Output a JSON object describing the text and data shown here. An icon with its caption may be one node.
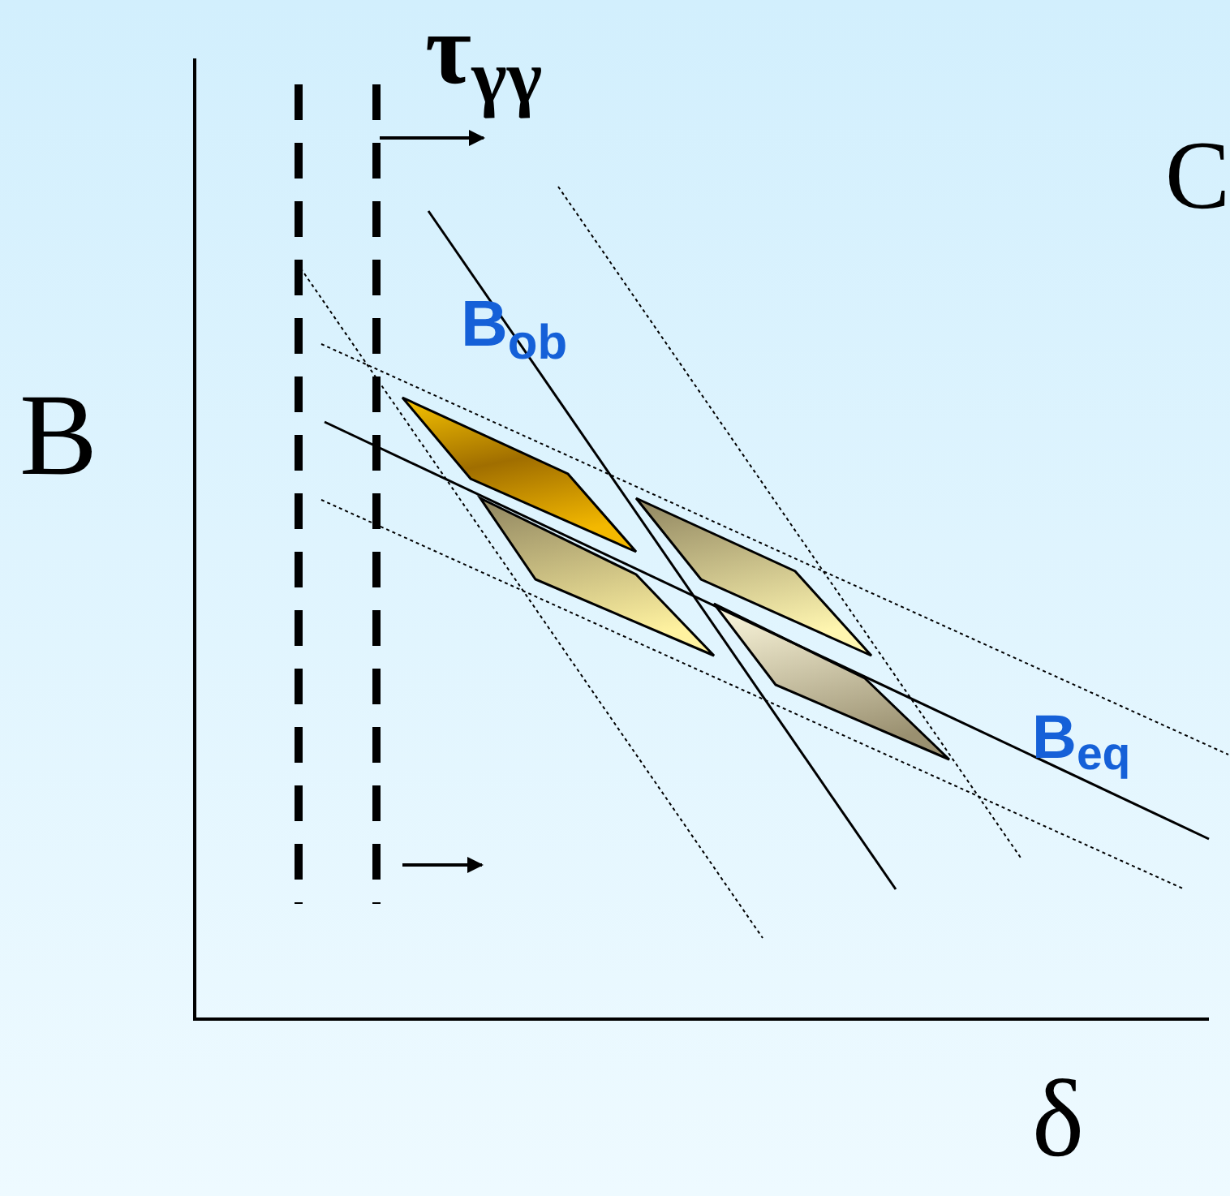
{
  "diagram": {
    "labels": [
      "τ$_{γγ}$",
      "C",
      "B$_{ob}$",
      "B",
      "B$_{eq}$",
      "δ"
    ]
  }
}
